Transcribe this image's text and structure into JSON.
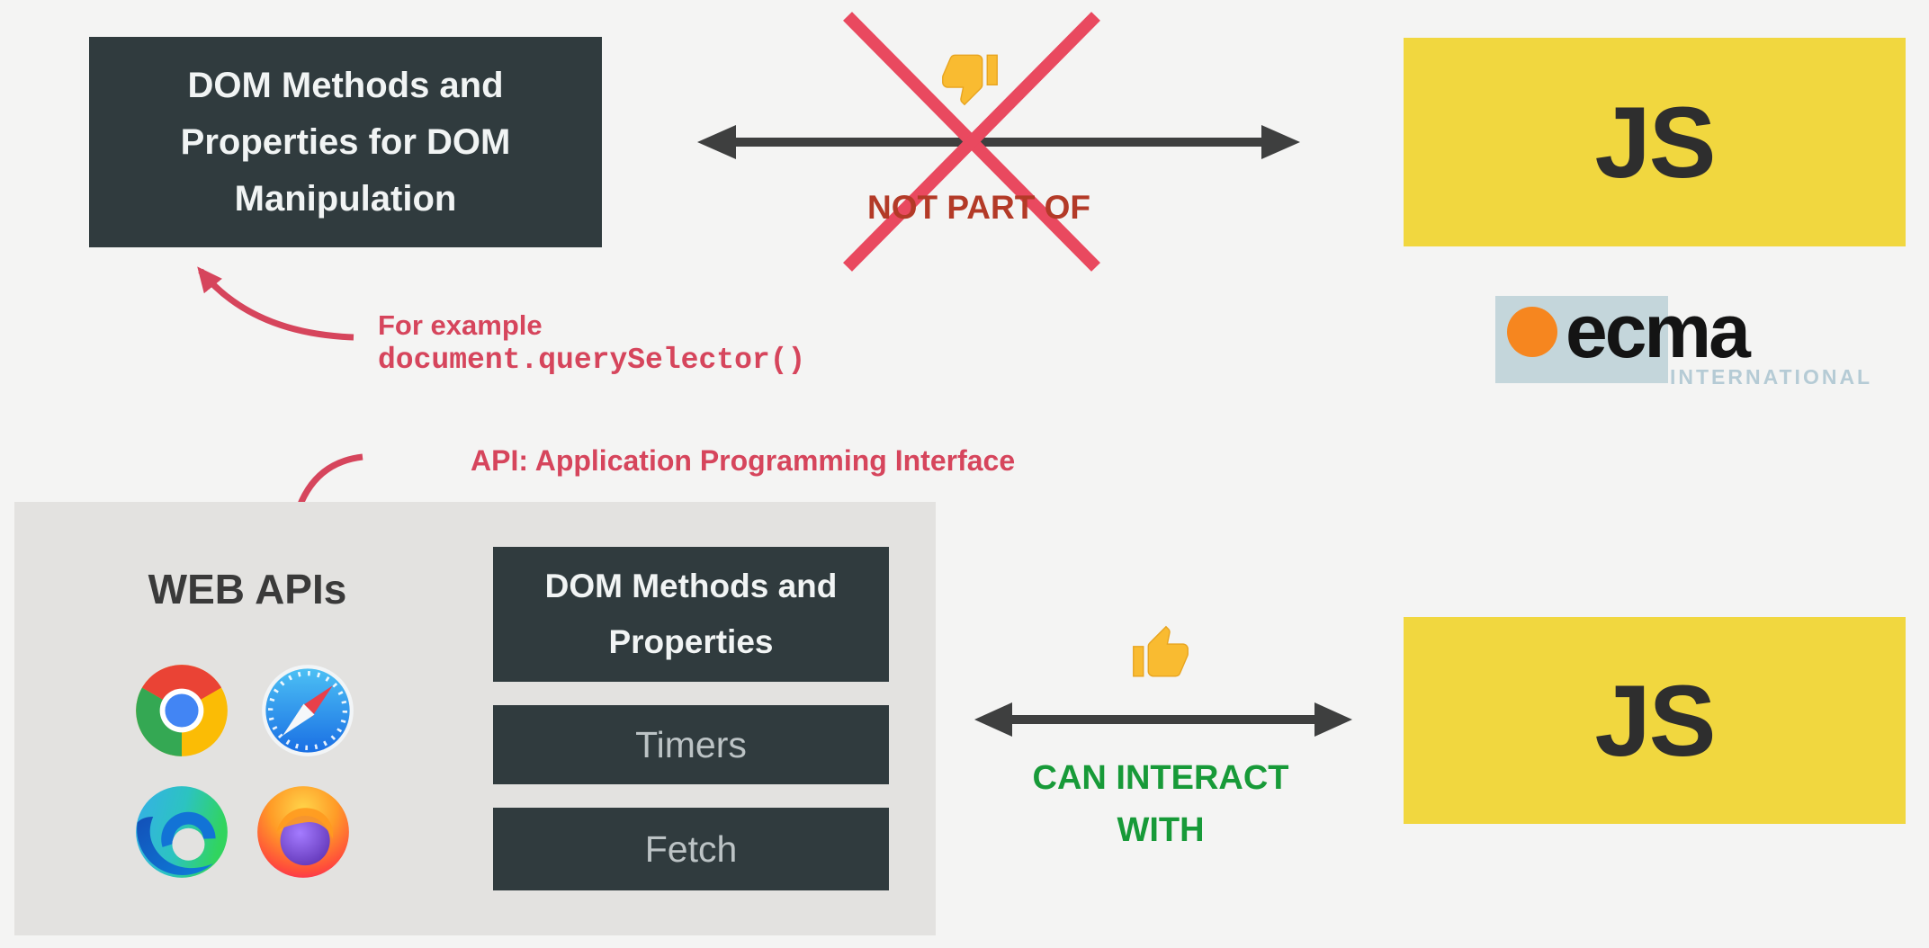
{
  "background_color": "#f4f4f3",
  "top_row": {
    "dom_box": {
      "lines": [
        "DOM Methods and",
        "Properties for DOM",
        "Manipulation"
      ],
      "bg_color": "#303b3e",
      "text_color": "#f1f4f4"
    },
    "relationship": {
      "label": "NOT PART OF",
      "label_color": "#b33a27",
      "icon": "thumbs-down-icon",
      "crossed_out": true,
      "x_color": "#e9495f",
      "arrow_color": "#3e3f3f"
    },
    "js_box": {
      "label": "JS",
      "bg_color": "#f1d73f",
      "text_color": "#2e2e2e"
    }
  },
  "ecma_logo": {
    "wordmark": "ecma",
    "subtitle": "INTERNATIONAL",
    "square_color": "#c4d6db",
    "dot_color": "#f6861f",
    "wordmark_color": "#141414",
    "subtitle_color": "#b5cbd5"
  },
  "annotations": {
    "example": {
      "intro": "For example",
      "code": "document.querySelector()",
      "color": "#d6455c",
      "icon": "curved-arrow-icon"
    },
    "api": {
      "text": "API: Application Programming Interface",
      "color": "#d6455c",
      "icon": "curved-arrow-icon"
    }
  },
  "web_apis_panel": {
    "bg_color": "#e3e2e0",
    "title": "WEB APIs",
    "title_color": "#3a3a3a",
    "browser_icons": [
      "chrome-icon",
      "safari-icon",
      "edge-icon",
      "firefox-icon"
    ],
    "items": {
      "dom": {
        "lines": [
          "DOM Methods and",
          "Properties"
        ]
      },
      "timers": "Timers",
      "fetch": "Fetch"
    }
  },
  "bottom_row": {
    "relationship": {
      "label": "CAN INTERACT WITH",
      "label_color": "#179a38",
      "icon": "thumbs-up-icon",
      "arrow_color": "#3e3f3f"
    },
    "js_box": {
      "label": "JS",
      "bg_color": "#f1d73f",
      "text_color": "#2e2e2e"
    }
  }
}
